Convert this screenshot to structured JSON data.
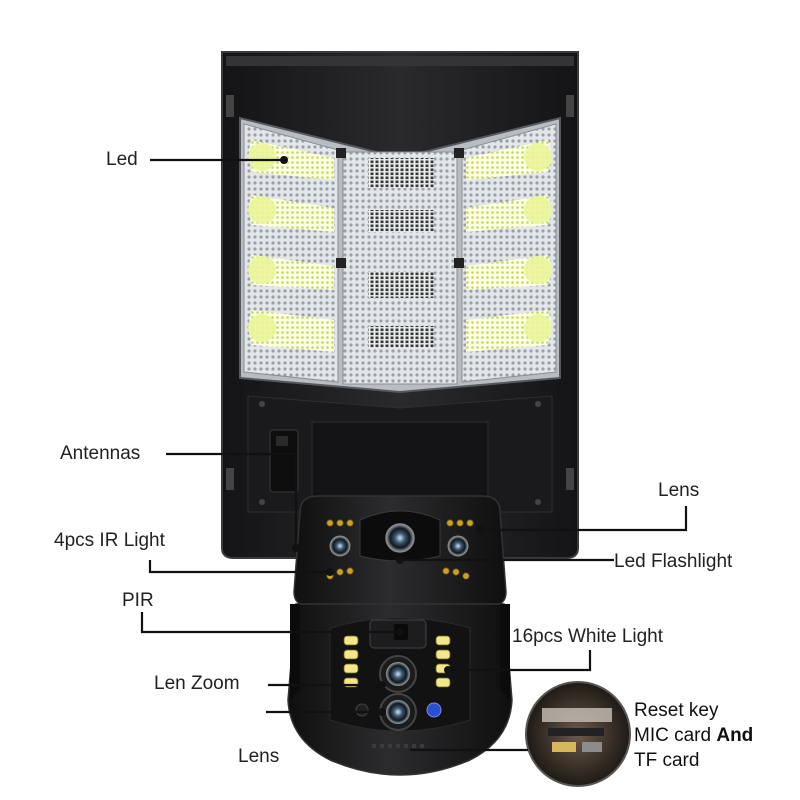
{
  "labels": {
    "led": "Led",
    "antennas": "Antennas",
    "ir_light": "4pcs IR Light",
    "pir": "PIR",
    "len_zoom": "Len Zoom",
    "lens_bottom": "Lens",
    "lens_top": "Lens",
    "led_flashlight": "Led Flashlight",
    "white_light": "16pcs White Light"
  },
  "card_callout": {
    "line1": "Reset key",
    "line2_a": "MIC card ",
    "line2_b": "And",
    "line3": "TF card"
  },
  "colors": {
    "body": "#1c1c1e",
    "body_edge": "#2e2e30",
    "led_glow": "#eef7a8",
    "reflector": "#d9dde0",
    "ir_ring": "#c9a227",
    "lens_blue": "#2a4fd0"
  }
}
